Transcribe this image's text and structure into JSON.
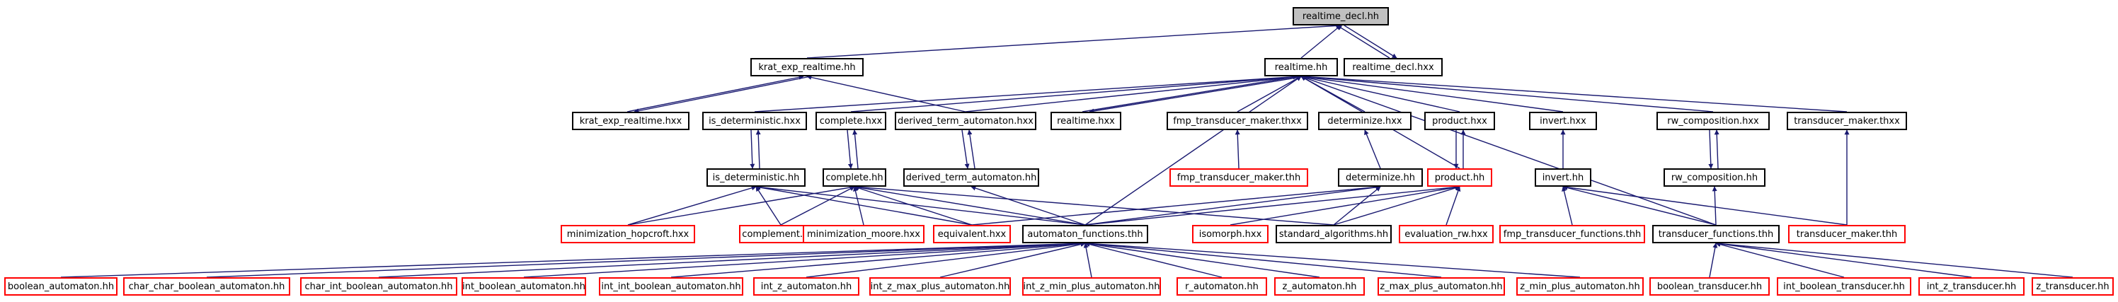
{
  "colors": {
    "edge": "#191970",
    "border_default": "#000000",
    "border_link": "#ff0000",
    "root_fill": "#c0c0c0"
  },
  "nodes": [
    {
      "id": "realtime_decl_hh",
      "label": "realtime_decl.hh",
      "root": true
    },
    {
      "id": "krat_exp_realtime_hh",
      "label": "krat_exp_realtime.hh"
    },
    {
      "id": "realtime_hh",
      "label": "realtime.hh"
    },
    {
      "id": "realtime_decl_hxx",
      "label": "realtime_decl.hxx"
    },
    {
      "id": "krat_exp_realtime_hxx",
      "label": "krat_exp_realtime.hxx"
    },
    {
      "id": "is_deterministic_hxx",
      "label": "is_deterministic.hxx"
    },
    {
      "id": "complete_hxx",
      "label": "complete.hxx"
    },
    {
      "id": "derived_term_automaton_hxx",
      "label": "derived_term_automaton.hxx"
    },
    {
      "id": "realtime_hxx",
      "label": "realtime.hxx"
    },
    {
      "id": "fmp_transducer_maker_thxx",
      "label": "fmp_transducer_maker.thxx"
    },
    {
      "id": "determinize_hxx",
      "label": "determinize.hxx"
    },
    {
      "id": "product_hxx",
      "label": "product.hxx"
    },
    {
      "id": "invert_hxx",
      "label": "invert.hxx"
    },
    {
      "id": "rw_composition_hxx",
      "label": "rw_composition.hxx"
    },
    {
      "id": "transducer_maker_thxx",
      "label": "transducer_maker.thxx"
    },
    {
      "id": "is_deterministic_hh",
      "label": "is_deterministic.hh"
    },
    {
      "id": "complete_hh",
      "label": "complete.hh"
    },
    {
      "id": "derived_term_automaton_hh",
      "label": "derived_term_automaton.hh"
    },
    {
      "id": "fmp_transducer_maker_thh",
      "label": "fmp_transducer_maker.thh",
      "red": true
    },
    {
      "id": "determinize_hh",
      "label": "determinize.hh"
    },
    {
      "id": "product_hh",
      "label": "product.hh",
      "red": true
    },
    {
      "id": "invert_hh",
      "label": "invert.hh"
    },
    {
      "id": "rw_composition_hh",
      "label": "rw_composition.hh"
    },
    {
      "id": "transducer_maker_thh",
      "label": "transducer_maker.thh",
      "red": true
    },
    {
      "id": "minimization_hopcroft_hxx",
      "label": "minimization_hopcroft.hxx",
      "red": true
    },
    {
      "id": "complement_hxx",
      "label": "complement.hxx",
      "red": true
    },
    {
      "id": "minimization_moore_hxx",
      "label": "minimization_moore.hxx",
      "red": true
    },
    {
      "id": "equivalent_hxx",
      "label": "equivalent.hxx",
      "red": true
    },
    {
      "id": "automaton_functions_thh",
      "label": "automaton_functions.thh"
    },
    {
      "id": "isomorph_hxx",
      "label": "isomorph.hxx",
      "red": true
    },
    {
      "id": "standard_algorithms_hh",
      "label": "standard_algorithms.hh"
    },
    {
      "id": "evaluation_rw_hxx",
      "label": "evaluation_rw.hxx",
      "red": true
    },
    {
      "id": "fmp_transducer_functions_thh",
      "label": "fmp_transducer_functions.thh",
      "red": true
    },
    {
      "id": "transducer_functions_thh",
      "label": "transducer_functions.thh"
    },
    {
      "id": "boolean_automaton_hh",
      "label": "boolean_automaton.hh",
      "red": true
    },
    {
      "id": "char_char_boolean_automaton_hh",
      "label": "char_char_boolean_automaton.hh",
      "red": true
    },
    {
      "id": "char_int_boolean_automaton_hh",
      "label": "char_int_boolean_automaton.hh",
      "red": true
    },
    {
      "id": "int_boolean_automaton_hh",
      "label": "int_boolean_automaton.hh",
      "red": true
    },
    {
      "id": "int_int_boolean_automaton_hh",
      "label": "int_int_boolean_automaton.hh",
      "red": true
    },
    {
      "id": "int_z_automaton_hh",
      "label": "int_z_automaton.hh",
      "red": true
    },
    {
      "id": "int_z_max_plus_automaton_hh",
      "label": "int_z_max_plus_automaton.hh",
      "red": true
    },
    {
      "id": "int_z_min_plus_automaton_hh",
      "label": "int_z_min_plus_automaton.hh",
      "red": true
    },
    {
      "id": "r_automaton_hh",
      "label": "r_automaton.hh",
      "red": true
    },
    {
      "id": "z_automaton_hh",
      "label": "z_automaton.hh",
      "red": true
    },
    {
      "id": "z_max_plus_automaton_hh",
      "label": "z_max_plus_automaton.hh",
      "red": true
    },
    {
      "id": "z_min_plus_automaton_hh",
      "label": "z_min_plus_automaton.hh",
      "red": true
    },
    {
      "id": "boolean_transducer_hh",
      "label": "boolean_transducer.hh",
      "red": true
    },
    {
      "id": "int_boolean_transducer_hh",
      "label": "int_boolean_transducer.hh",
      "red": true
    },
    {
      "id": "int_z_transducer_hh",
      "label": "int_z_transducer.hh",
      "red": true
    },
    {
      "id": "z_transducer_hh",
      "label": "z_transducer.hh",
      "red": true
    }
  ],
  "edges": [
    [
      "krat_exp_realtime_hh",
      "realtime_decl_hh"
    ],
    [
      "realtime_hh",
      "realtime_decl_hh"
    ],
    [
      "realtime_decl_hxx",
      "realtime_decl_hh"
    ],
    [
      "realtime_decl_hh",
      "realtime_decl_hxx"
    ],
    [
      "krat_exp_realtime_hxx",
      "krat_exp_realtime_hh"
    ],
    [
      "krat_exp_realtime_hh",
      "krat_exp_realtime_hxx"
    ],
    [
      "derived_term_automaton_hxx",
      "krat_exp_realtime_hh"
    ],
    [
      "is_deterministic_hxx",
      "realtime_hh"
    ],
    [
      "complete_hxx",
      "realtime_hh"
    ],
    [
      "derived_term_automaton_hxx",
      "realtime_hh"
    ],
    [
      "realtime_hxx",
      "realtime_hh"
    ],
    [
      "realtime_hh",
      "realtime_hxx"
    ],
    [
      "fmp_transducer_maker_thxx",
      "realtime_hh"
    ],
    [
      "determinize_hxx",
      "realtime_hh"
    ],
    [
      "product_hxx",
      "realtime_hh"
    ],
    [
      "product_hh",
      "realtime_hh"
    ],
    [
      "invert_hxx",
      "realtime_hh"
    ],
    [
      "rw_composition_hxx",
      "realtime_hh"
    ],
    [
      "transducer_maker_thxx",
      "realtime_hh"
    ],
    [
      "automaton_functions_thh",
      "realtime_hh"
    ],
    [
      "transducer_functions_thh",
      "realtime_hh"
    ],
    [
      "is_deterministic_hh",
      "is_deterministic_hxx"
    ],
    [
      "is_deterministic_hxx",
      "is_deterministic_hh"
    ],
    [
      "complete_hh",
      "complete_hxx"
    ],
    [
      "complete_hxx",
      "complete_hh"
    ],
    [
      "derived_term_automaton_hh",
      "derived_term_automaton_hxx"
    ],
    [
      "derived_term_automaton_hxx",
      "derived_term_automaton_hh"
    ],
    [
      "fmp_transducer_maker_thh",
      "fmp_transducer_maker_thxx"
    ],
    [
      "determinize_hh",
      "determinize_hxx"
    ],
    [
      "product_hh",
      "product_hxx"
    ],
    [
      "product_hxx",
      "product_hh"
    ],
    [
      "invert_hh",
      "invert_hxx"
    ],
    [
      "rw_composition_hh",
      "rw_composition_hxx"
    ],
    [
      "rw_composition_hxx",
      "rw_composition_hh"
    ],
    [
      "transducer_maker_thh",
      "transducer_maker_thxx"
    ],
    [
      "minimization_hopcroft_hxx",
      "is_deterministic_hh"
    ],
    [
      "complement_hxx",
      "is_deterministic_hh"
    ],
    [
      "equivalent_hxx",
      "is_deterministic_hh"
    ],
    [
      "automaton_functions_thh",
      "is_deterministic_hh"
    ],
    [
      "minimization_hopcroft_hxx",
      "complete_hh"
    ],
    [
      "complement_hxx",
      "complete_hh"
    ],
    [
      "minimization_moore_hxx",
      "complete_hh"
    ],
    [
      "equivalent_hxx",
      "complete_hh"
    ],
    [
      "automaton_functions_thh",
      "complete_hh"
    ],
    [
      "standard_algorithms_hh",
      "complete_hh"
    ],
    [
      "automaton_functions_thh",
      "derived_term_automaton_hh"
    ],
    [
      "automaton_functions_thh",
      "determinize_hh"
    ],
    [
      "equivalent_hxx",
      "determinize_hh"
    ],
    [
      "standard_algorithms_hh",
      "determinize_hh"
    ],
    [
      "automaton_functions_thh",
      "product_hh"
    ],
    [
      "isomorph_hxx",
      "product_hh"
    ],
    [
      "standard_algorithms_hh",
      "product_hh"
    ],
    [
      "evaluation_rw_hxx",
      "product_hh"
    ],
    [
      "fmp_transducer_functions_thh",
      "invert_hh"
    ],
    [
      "transducer_functions_thh",
      "invert_hh"
    ],
    [
      "transducer_maker_thh",
      "invert_hh"
    ],
    [
      "transducer_functions_thh",
      "rw_composition_hh"
    ],
    [
      "boolean_automaton_hh",
      "automaton_functions_thh"
    ],
    [
      "char_char_boolean_automaton_hh",
      "automaton_functions_thh"
    ],
    [
      "char_int_boolean_automaton_hh",
      "automaton_functions_thh"
    ],
    [
      "int_boolean_automaton_hh",
      "automaton_functions_thh"
    ],
    [
      "int_int_boolean_automaton_hh",
      "automaton_functions_thh"
    ],
    [
      "int_z_automaton_hh",
      "automaton_functions_thh"
    ],
    [
      "int_z_max_plus_automaton_hh",
      "automaton_functions_thh"
    ],
    [
      "int_z_min_plus_automaton_hh",
      "automaton_functions_thh"
    ],
    [
      "r_automaton_hh",
      "automaton_functions_thh"
    ],
    [
      "z_automaton_hh",
      "automaton_functions_thh"
    ],
    [
      "z_max_plus_automaton_hh",
      "automaton_functions_thh"
    ],
    [
      "z_min_plus_automaton_hh",
      "automaton_functions_thh"
    ],
    [
      "boolean_transducer_hh",
      "transducer_functions_thh"
    ],
    [
      "int_boolean_transducer_hh",
      "transducer_functions_thh"
    ],
    [
      "int_z_transducer_hh",
      "transducer_functions_thh"
    ],
    [
      "z_transducer_hh",
      "transducer_functions_thh"
    ]
  ]
}
